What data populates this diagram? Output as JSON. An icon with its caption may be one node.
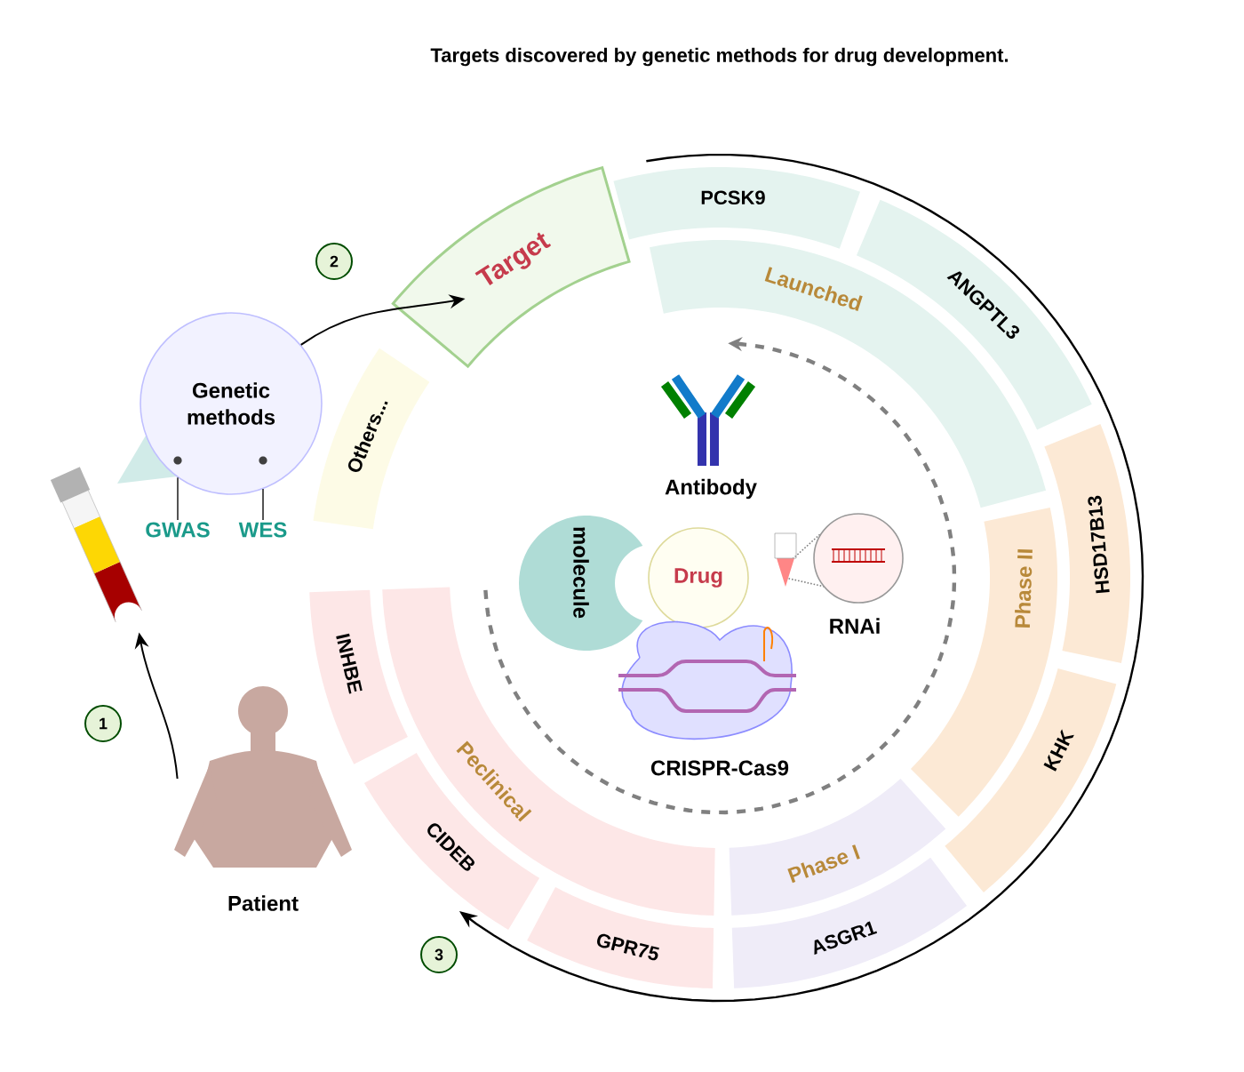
{
  "diagram": {
    "title": "Targets discovered by genetic methods for drug development.",
    "nodes": [
      {
        "text": [
          "Genetic methods"
        ]
      },
      {
        "text": [
          "GWAS"
        ]
      },
      {
        "text": [
          "WES"
        ]
      },
      {
        "text": [
          "Target"
        ]
      },
      {
        "text": [
          "Others..."
        ]
      },
      {
        "text": [
          "PCSK9"
        ]
      },
      {
        "text": [
          "ANGPTL3"
        ]
      },
      {
        "text": [
          "HSD17B13"
        ]
      },
      {
        "text": [
          "KHK"
        ]
      },
      {
        "text": [
          "ASGR1"
        ]
      },
      {
        "text": [
          "GPR75"
        ]
      },
      {
        "text": [
          "CIDEB"
        ]
      },
      {
        "text": [
          "INHBE"
        ]
      },
      {
        "text": [
          "Launched"
        ]
      },
      {
        "text": [
          "Phase II"
        ]
      },
      {
        "text": [
          "Phase I"
        ]
      },
      {
        "text": [
          "Peclinical"
        ]
      },
      {
        "text": [
          "Drug"
        ]
      },
      {
        "text": [
          "RNAi"
        ]
      },
      {
        "text": [
          "Patient"
        ]
      },
      {
        "text": [],
        "shape": "picture"
      },
      {
        "text": [
          "molecule"
        ]
      },
      {
        "text": [
          "CRISPR-Cas9"
        ]
      }
    ],
    "edges": [
      {
        "from": 19,
        "to": 20,
        "arrow": "to"
      },
      {
        "from": 0,
        "to": 3,
        "arrow": "to"
      },
      {
        "from": 1,
        "to": 0,
        "arrow": "none"
      },
      {
        "from": 2,
        "to": 0,
        "arrow": "none"
      }
    ],
    "labels": [
      "Antibody",
      "1",
      "2",
      "3"
    ]
  }
}
